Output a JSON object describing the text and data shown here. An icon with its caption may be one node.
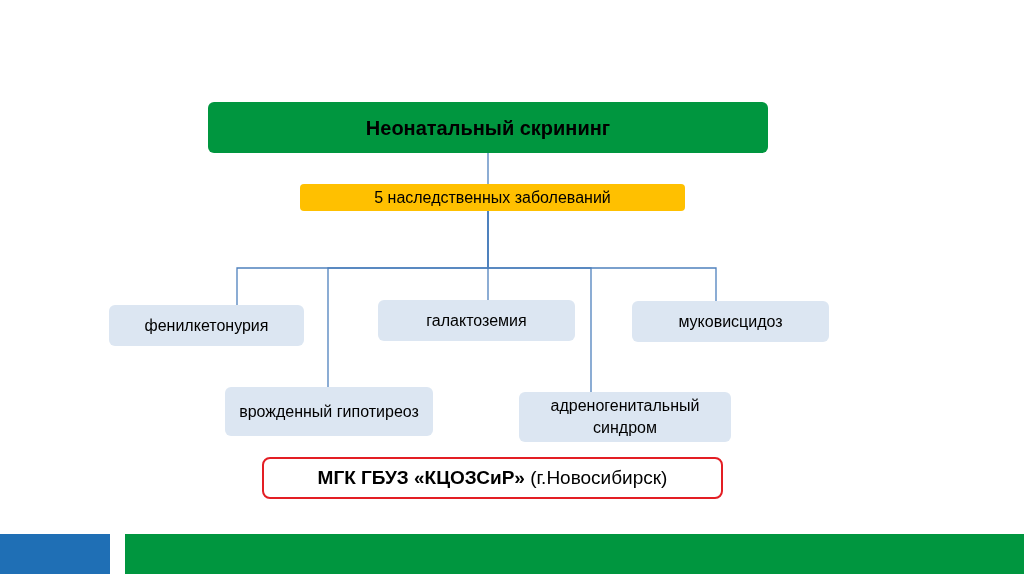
{
  "diagram": {
    "nodes": [
      {
        "text": [
          "Неонатальный скрининг"
        ]
      },
      {
        "text": [
          "5 наследственных заболеваний"
        ]
      },
      {
        "text": [
          "фенилкетонурия"
        ]
      },
      {
        "text": [
          "галактоземия"
        ]
      },
      {
        "text": [
          "муковисцидоз"
        ]
      },
      {
        "text": [
          "врожденный гипотиреоз"
        ]
      },
      {
        "text": [
          "адреногенитальный синдром"
        ]
      },
      {
        "text": [
          "**МГК ГБУЗ «КЦОЗСиР»** (г.Новосибирск)"
        ]
      }
    ],
    "edges": [
      {
        "from": 0,
        "to": 1,
        "arrow": "none"
      },
      {
        "from": 1,
        "to": 2,
        "arrow": "none"
      },
      {
        "from": 1,
        "to": 5,
        "arrow": "none"
      },
      {
        "from": 1,
        "to": 3,
        "arrow": "none"
      },
      {
        "from": 1,
        "to": 6,
        "arrow": "none"
      },
      {
        "from": 1,
        "to": 4,
        "arrow": "none"
      }
    ]
  }
}
